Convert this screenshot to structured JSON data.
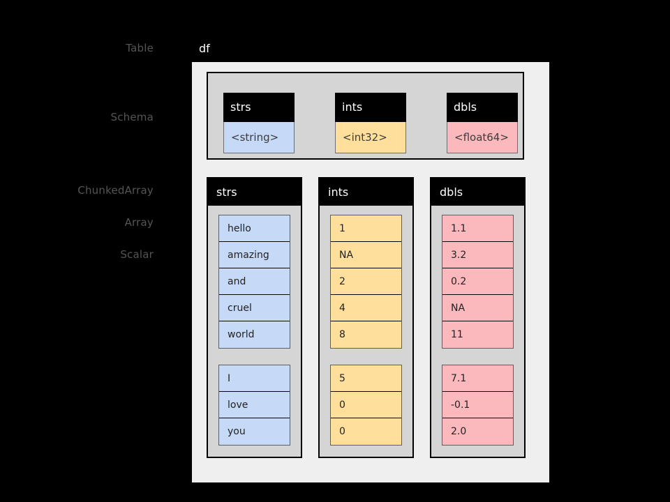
{
  "labels": {
    "table": "Table",
    "schema": "Schema",
    "chunked_array": "ChunkedArray",
    "array": "Array",
    "scalar": "Scalar"
  },
  "table": {
    "name": "df"
  },
  "schema": {
    "fields": [
      {
        "name": "strs",
        "type": "<string>",
        "color": "#c6d9f7"
      },
      {
        "name": "ints",
        "type": "<int32>",
        "color": "#ffdf9b"
      },
      {
        "name": "dbls",
        "type": "<float64>",
        "color": "#fbb8bd"
      }
    ]
  },
  "columns": [
    {
      "name": "strs",
      "color": "#c6d9f7",
      "chunks": [
        [
          "hello",
          "amazing",
          "and",
          "cruel",
          "world"
        ],
        [
          "I",
          "love",
          "you"
        ]
      ]
    },
    {
      "name": "ints",
      "color": "#ffdf9b",
      "chunks": [
        [
          "1",
          "NA",
          "2",
          "4",
          "8"
        ],
        [
          "5",
          "0",
          "0"
        ]
      ]
    },
    {
      "name": "dbls",
      "color": "#fbb8bd",
      "chunks": [
        [
          "1.1",
          "3.2",
          "0.2",
          "NA",
          "11"
        ],
        [
          "7.1",
          "-0.1",
          "2.0"
        ]
      ]
    }
  ],
  "palette": {
    "background": "#000000",
    "panel": "#efefef",
    "box": "#d5d5d5",
    "header": "#000000",
    "label_text": "#555555",
    "title_text": "#ffffff"
  }
}
